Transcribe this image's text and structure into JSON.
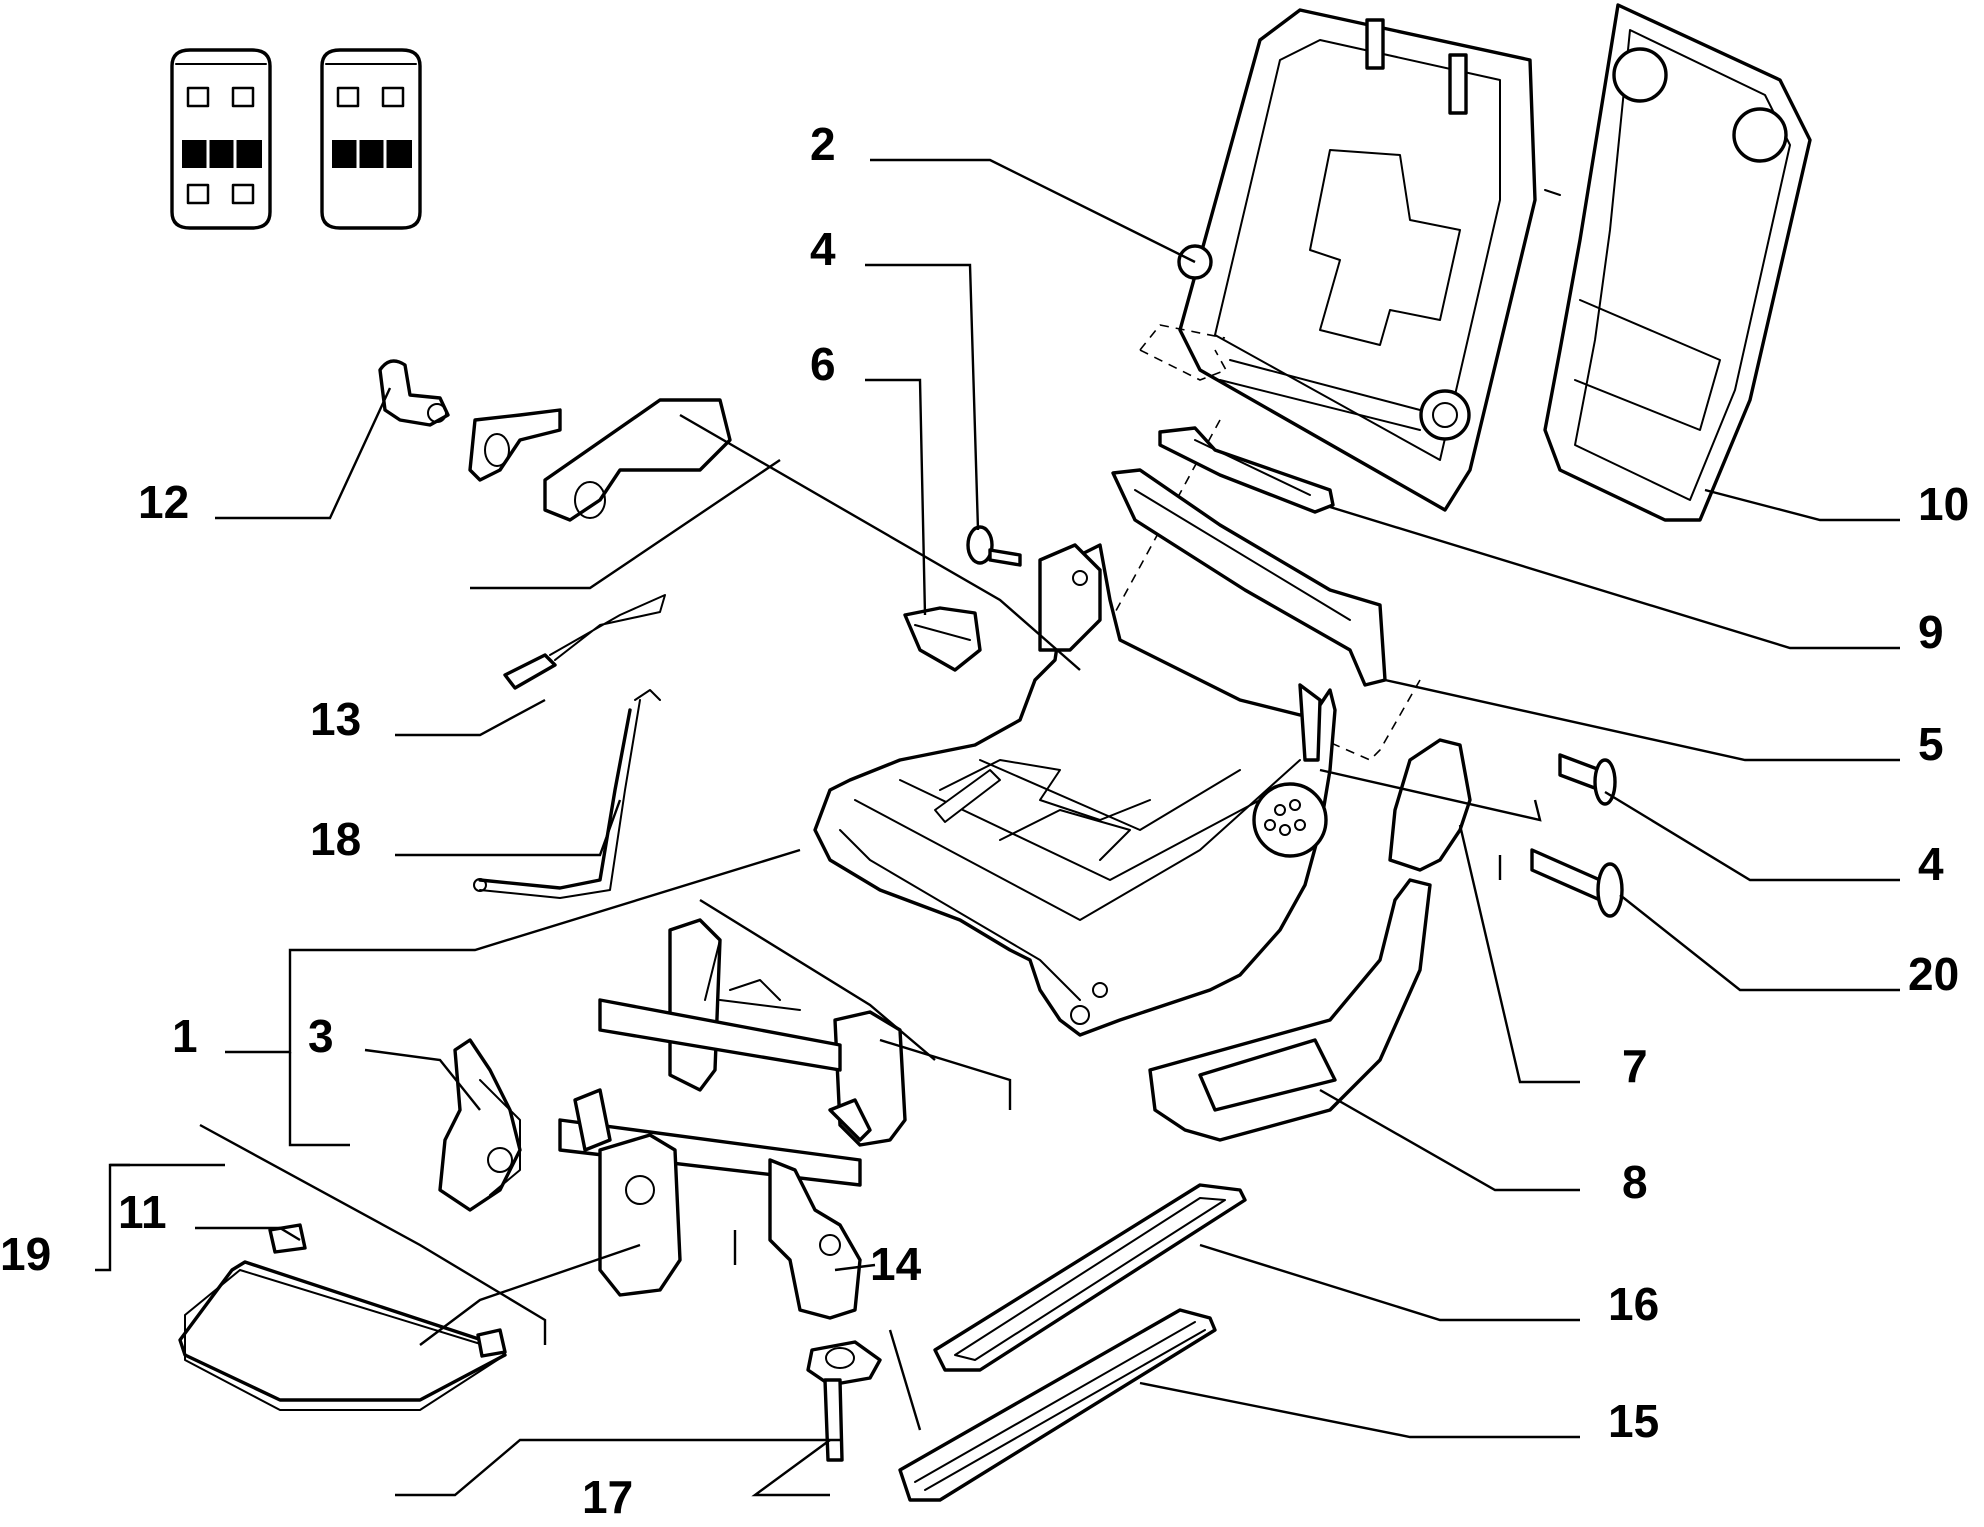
{
  "callouts": {
    "c1": "1",
    "c2": "2",
    "c3": "3",
    "c4a": "4",
    "c4b": "4",
    "c5": "5",
    "c6": "6",
    "c7": "7",
    "c8": "8",
    "c9": "9",
    "c10": "10",
    "c11": "11",
    "c12": "12",
    "c13": "13",
    "c14": "14",
    "c15": "15",
    "c16": "16",
    "c17": "17",
    "c18": "18",
    "c19": "19",
    "c20": "20"
  },
  "icons": {
    "legend_a": "seat-variant-key-icon-with-lower-squares",
    "legend_b": "seat-variant-key-icon-without-lower-squares"
  },
  "colors": {
    "line": "#000000",
    "background": "#ffffff",
    "fill": "#d9d9d9"
  }
}
